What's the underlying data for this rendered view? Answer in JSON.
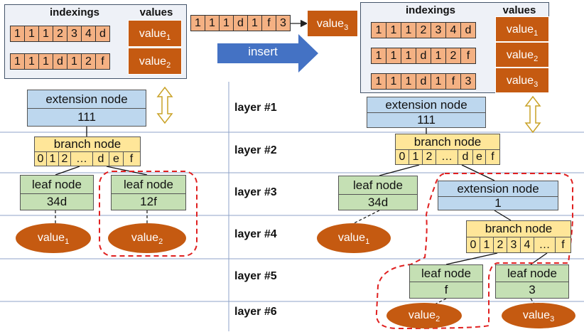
{
  "left_table": {
    "header_indexings": "indexings",
    "header_values": "values",
    "rows": [
      {
        "cells": [
          "1",
          "1",
          "1",
          "2",
          "3",
          "4",
          "d"
        ],
        "value": "value",
        "sub": "1"
      },
      {
        "cells": [
          "1",
          "1",
          "1",
          "d",
          "1",
          "2",
          "f"
        ],
        "value": "value",
        "sub": "2"
      }
    ]
  },
  "new_entry": {
    "cells": [
      "1",
      "1",
      "1",
      "d",
      "1",
      "f",
      "3"
    ],
    "value": "value",
    "sub": "3"
  },
  "insert_label": "insert",
  "right_table": {
    "header_indexings": "indexings",
    "header_values": "values",
    "rows": [
      {
        "cells": [
          "1",
          "1",
          "1",
          "2",
          "3",
          "4",
          "d"
        ],
        "value": "value",
        "sub": "1"
      },
      {
        "cells": [
          "1",
          "1",
          "1",
          "d",
          "1",
          "2",
          "f"
        ],
        "value": "value",
        "sub": "2"
      },
      {
        "cells": [
          "1",
          "1",
          "1",
          "d",
          "1",
          "f",
          "3"
        ],
        "value": "value",
        "sub": "3"
      }
    ]
  },
  "layers": [
    "layer #1",
    "layer #2",
    "layer #3",
    "layer #4",
    "layer #5",
    "layer #6"
  ],
  "left_tree": {
    "ext": {
      "title": "extension node",
      "key": "111"
    },
    "branch": {
      "title": "branch node",
      "cells": [
        "0",
        "1",
        "2",
        "…",
        "d",
        "e",
        "f"
      ]
    },
    "leaf1": {
      "title": "leaf node",
      "key": "34d"
    },
    "leaf2": {
      "title": "leaf node",
      "key": "12f"
    },
    "val1": {
      "text": "value",
      "sub": "1"
    },
    "val2": {
      "text": "value",
      "sub": "2"
    }
  },
  "right_tree": {
    "ext": {
      "title": "extension node",
      "key": "111"
    },
    "branch": {
      "title": "branch node",
      "cells": [
        "0",
        "1",
        "2",
        "…",
        "d",
        "e",
        "f"
      ]
    },
    "leaf1": {
      "title": "leaf node",
      "key": "34d"
    },
    "ext2": {
      "title": "extension node",
      "key": "1"
    },
    "branch2": {
      "title": "branch node",
      "cells": [
        "0",
        "1",
        "2",
        "3",
        "4",
        "…",
        "f"
      ]
    },
    "leaf2": {
      "title": "leaf node",
      "key": "f"
    },
    "leaf3": {
      "title": "leaf node",
      "key": "3"
    },
    "val1": {
      "text": "value",
      "sub": "1"
    },
    "val2": {
      "text": "value",
      "sub": "2"
    },
    "val3": {
      "text": "value",
      "sub": "3"
    }
  },
  "colors": {
    "accent_orange": "#c55a11",
    "cell_orange": "#f4b183",
    "blue_node": "#bdd7ee",
    "yellow_node": "#ffe699",
    "green_node": "#c5e0b4",
    "insert_arrow": "#4472c4",
    "dashed_red": "#e02020"
  }
}
